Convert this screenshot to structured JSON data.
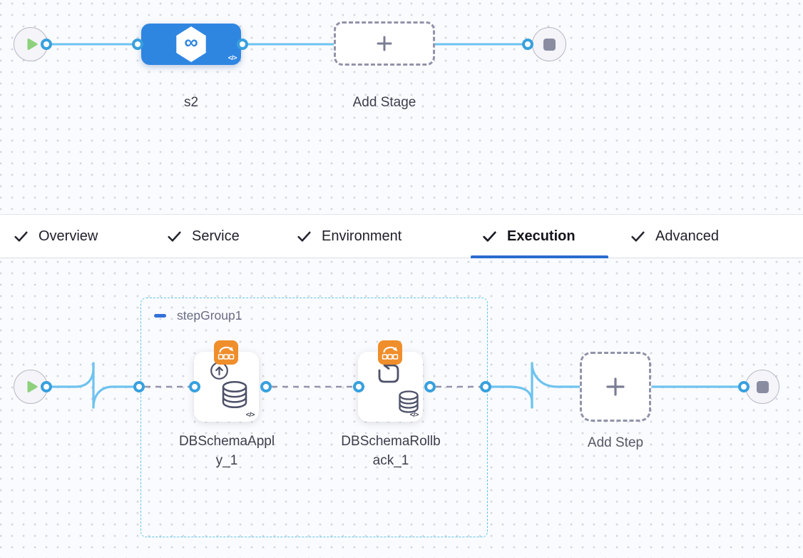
{
  "colors": {
    "stage_blue": "#2f86e1",
    "connector_blue": "#6ec3ef",
    "port_ring_blue": "#38a0de",
    "active_tab_blue": "#2b6bd0",
    "step_group_border_teal": "#5fc6e9",
    "collapse_minus_blue": "#3470d8",
    "badge_orange": "#ef8e2b",
    "start_play_green": "#8ed17d",
    "end_square_gray": "#8a8ca2",
    "dashed_border_gray": "#9193aa"
  },
  "stage_pipeline": {
    "stage_name": "s2",
    "stage_icon_glyph": "∞",
    "stage_code_badge": "</>",
    "add_stage_label": "Add Stage"
  },
  "tabs": {
    "items": [
      {
        "label": "Overview",
        "checked": true,
        "active": false
      },
      {
        "label": "Service",
        "checked": true,
        "active": false
      },
      {
        "label": "Environment",
        "checked": true,
        "active": false
      },
      {
        "label": "Execution",
        "checked": true,
        "active": true
      },
      {
        "label": "Advanced",
        "checked": true,
        "active": false
      }
    ]
  },
  "execution": {
    "step_group": {
      "name": "stepGroup1"
    },
    "steps": [
      {
        "name": "DBSchemaApply_1",
        "display_name": "DBSchemaAppl\ny_1",
        "code_badge": "</>"
      },
      {
        "name": "DBSchemaRollback_1",
        "display_name": "DBSchemaRollb\nack_1",
        "code_badge": "</>"
      }
    ],
    "add_step_label": "Add Step"
  }
}
